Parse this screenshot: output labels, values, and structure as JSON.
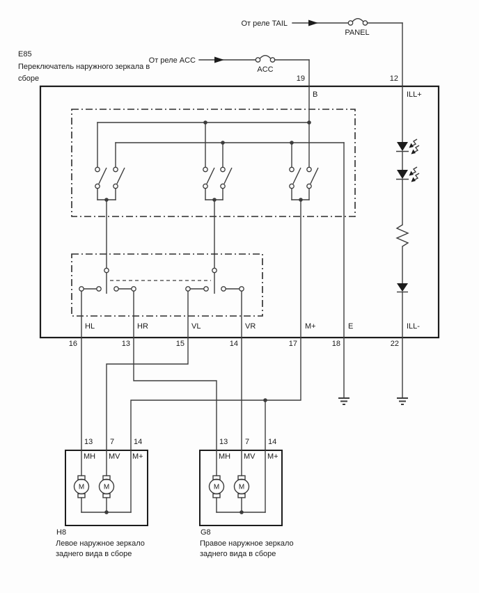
{
  "colors": {
    "wire": "#3c3c3c",
    "outline": "#1c1c1c",
    "text": "#1a1a1a",
    "background": "#fdfdfd"
  },
  "feeds": {
    "tail": {
      "label": "От реле TAIL",
      "fuse": "PANEL",
      "pin_number": "12",
      "pin_label": "ILL+"
    },
    "acc": {
      "label": "От реле ACC",
      "fuse": "ACC",
      "pin_number": "19",
      "pin_label": "B"
    }
  },
  "switch_assembly": {
    "code": "E85",
    "name_line1": "Переключатель наружного зеркала в",
    "name_line2": "сборе",
    "bottom_pins": [
      {
        "number": "16",
        "label": "HL"
      },
      {
        "number": "13",
        "label": "HR"
      },
      {
        "number": "15",
        "label": "VL"
      },
      {
        "number": "14",
        "label": "VR"
      },
      {
        "number": "17",
        "label": "M+"
      },
      {
        "number": "18",
        "label": "E"
      },
      {
        "number": "22",
        "label": "ILL-"
      }
    ]
  },
  "mirrors": {
    "left": {
      "code": "H8",
      "name_line1": "Левое наружное зеркало",
      "name_line2": "заднего вида в сборе",
      "motor_label": "M",
      "pins": [
        {
          "number": "13",
          "label": "MH"
        },
        {
          "number": "7",
          "label": "MV"
        },
        {
          "number": "14",
          "label": "M+"
        }
      ]
    },
    "right": {
      "code": "G8",
      "name_line1": "Правое наружное зеркало",
      "name_line2": "заднего вида в сборе",
      "motor_label": "M",
      "pins": [
        {
          "number": "13",
          "label": "MH"
        },
        {
          "number": "7",
          "label": "MV"
        },
        {
          "number": "14",
          "label": "M+"
        }
      ]
    }
  }
}
